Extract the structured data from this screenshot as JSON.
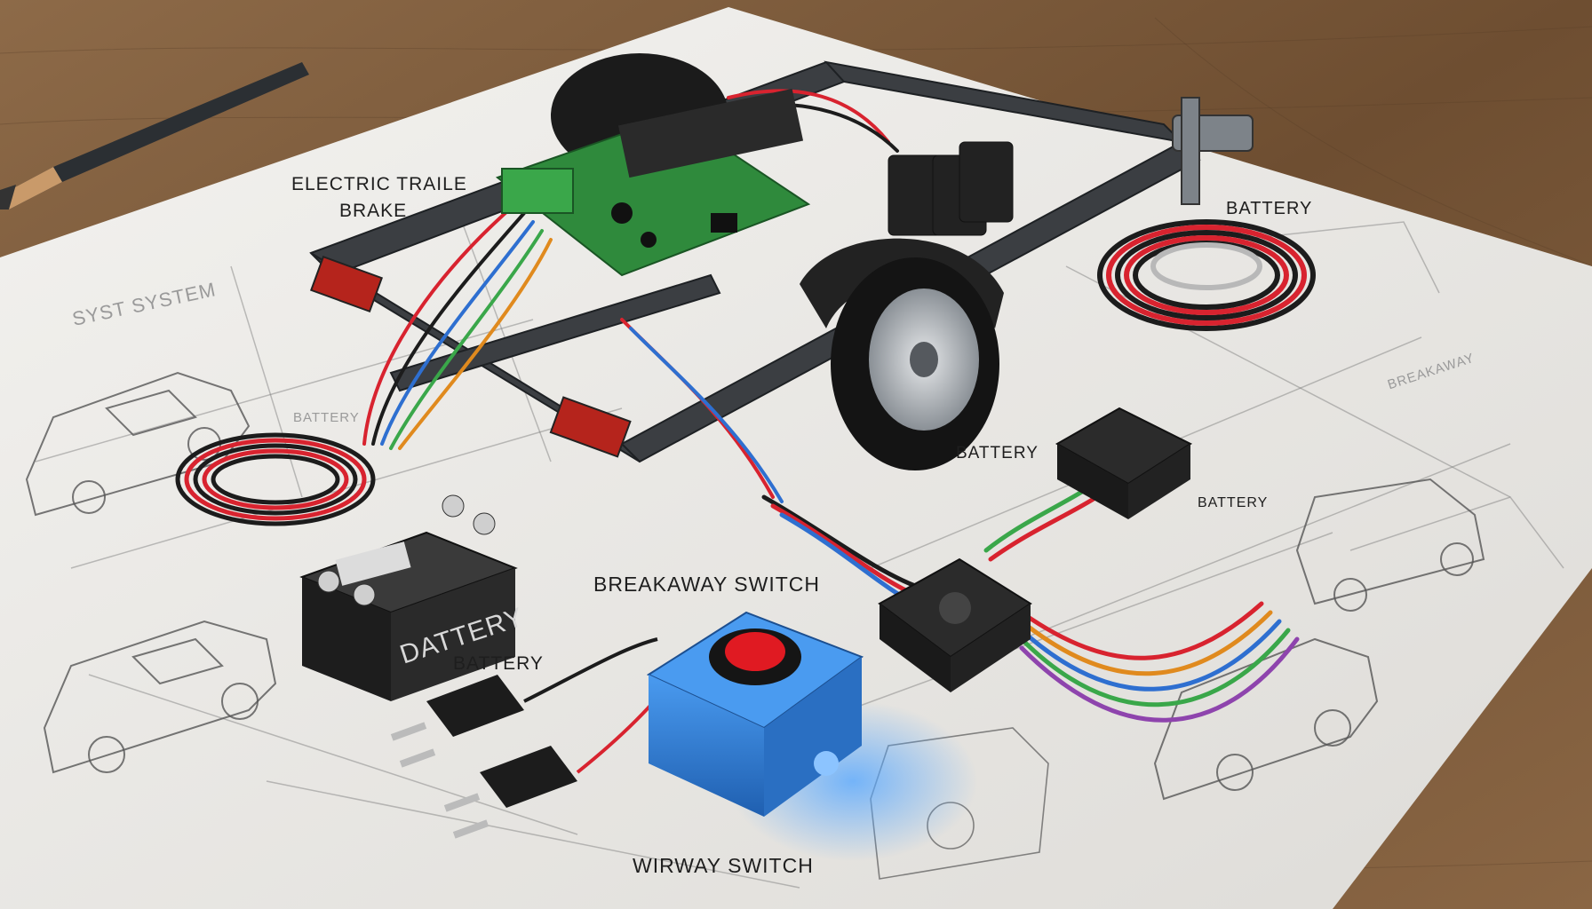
{
  "labels": {
    "electric_trailer_brake_line1": "ELECTRIC TRAILE",
    "electric_trailer_brake_line2": "BRAKE",
    "sys_system": "SYST SYSTEM",
    "battery_top_right": "BATTERY",
    "breakaway_right": "BREAKAWAY",
    "battery_faint_left": "BATTERY",
    "battery_mid": "BATTERY",
    "battery_right_small": "BATTERY",
    "breakaway_switch": "BREAKAWAY SWITCH",
    "battery_body_text": "DATTERY",
    "battery_under": "BATTERY",
    "wirway_switch": "WIRWAY SWITCH"
  },
  "colors": {
    "wood": "#7a5a3c",
    "paper": "#eceae6",
    "frame": "#3b3e42",
    "pcb": "#2f8a3c",
    "switch_blue": "#2f7fd6",
    "button_red": "#e01a22",
    "wire_red": "#d8232f",
    "wire_black": "#1c1c1c"
  },
  "icons": [
    "pencil-icon",
    "trailer-frame-icon",
    "circuit-board-icon",
    "wheel-icon",
    "battery-icon",
    "breakaway-switch-icon",
    "junction-box-icon",
    "plug-icon",
    "wire-coil-icon",
    "van-sketch-icon"
  ]
}
